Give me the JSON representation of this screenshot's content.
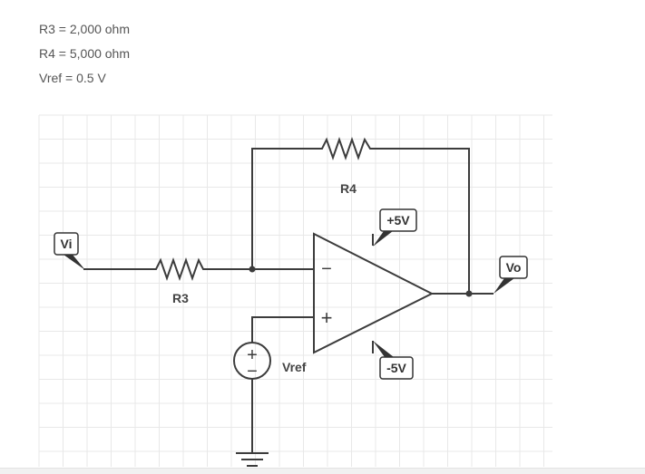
{
  "params": [
    "R3 = 2,000 ohm",
    "R4 = 5,000 ohm",
    "Vref = 0.5 V"
  ],
  "circuit": {
    "resistor_r4_label": "R4",
    "resistor_r3_label": "R3",
    "source_label": "Vref",
    "input_tag": "Vi",
    "output_tag": "Vo",
    "supply_pos_tag": "+5V",
    "supply_neg_tag": "-5V",
    "opamp_inverting_symbol": "−",
    "opamp_noninverting_symbol": "+",
    "source_plus_symbol": "+",
    "source_minus_symbol": "−"
  },
  "colors": {
    "wire": "#3c3c3c",
    "grid": "#e8e8e8",
    "text": "#555555"
  }
}
